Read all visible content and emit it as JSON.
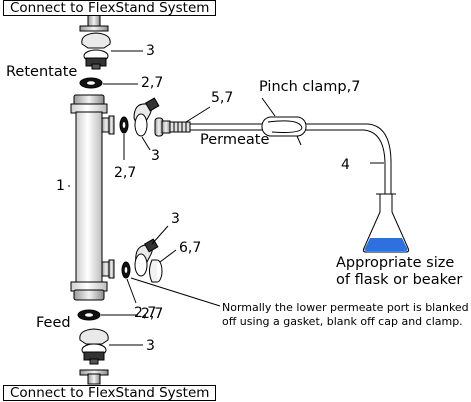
{
  "labels": {
    "connect_top": "Connect to FlexStand System",
    "connect_bottom": "Connect to FlexStand System",
    "retentate": "Retentate",
    "permeate": "Permeate",
    "feed": "Feed",
    "pinch_clamp": "Pinch clamp,7",
    "flask": "Appropriate size of flask or beaker",
    "note": "Normally the lower permeate port is blanked off using a gasket, blank off cap and clamp."
  },
  "callouts": {
    "clamp_top": "3",
    "gasket_top": "2,7",
    "nipple": "5,7",
    "clamp_perm_upper": "3",
    "gasket_perm_upper": "2,7",
    "cartridge": "1",
    "tubing": "4",
    "clamp_perm_lower": "3",
    "cap": "6,7",
    "gasket_perm_lower": "2,7",
    "gasket_feed": "2,7",
    "clamp_bottom": "3"
  },
  "colors": {
    "liquid": "#2f6fe0",
    "line": "#000000"
  }
}
